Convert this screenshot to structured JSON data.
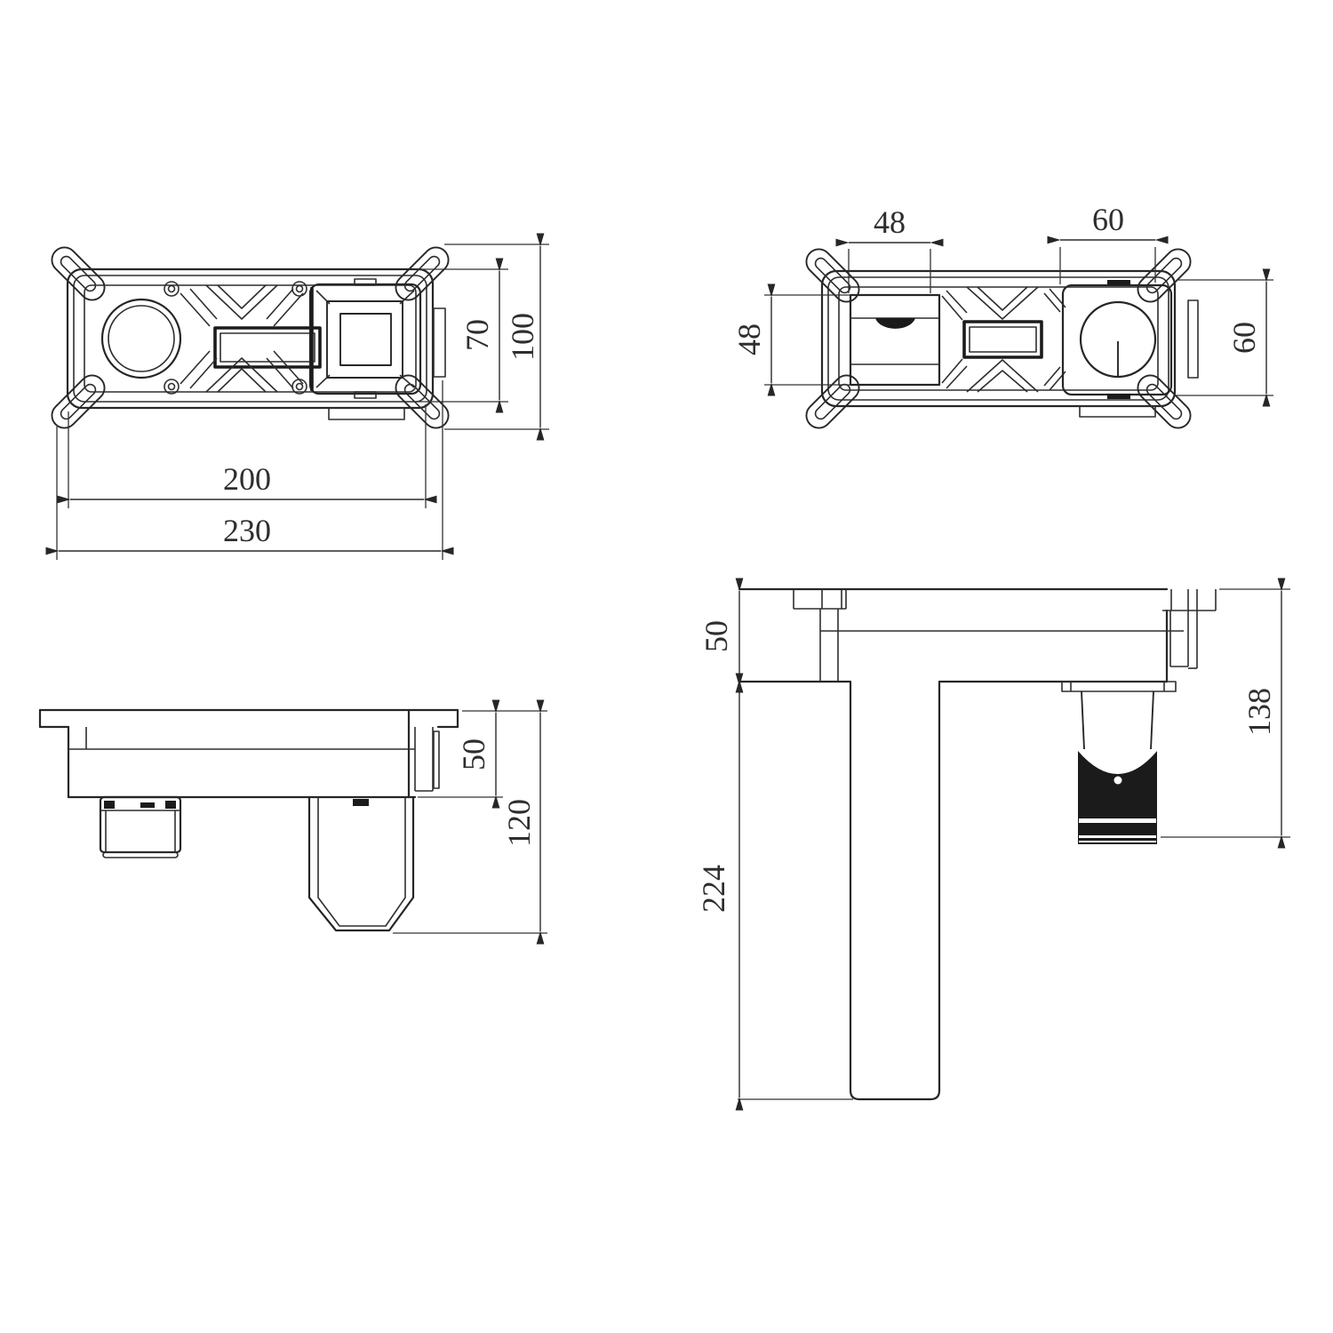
{
  "page": {
    "background": "#ffffff",
    "ink_color": "#262626",
    "text_color": "#2e2e2e",
    "knob_fill": "#1b1b1b"
  },
  "drawing": {
    "views": {
      "box_front_plan": {
        "dims": {
          "inner_width": "200",
          "overall_width": "230",
          "inner_height": "70",
          "overall_height": "100"
        }
      },
      "box_back_plan": {
        "dims": {
          "left_port_width": "48",
          "left_port_height": "48",
          "right_port_width": "60",
          "right_port_height": "60"
        }
      },
      "box_side": {
        "dims": {
          "body_depth": "50",
          "overall_depth": "120"
        }
      },
      "faucet_front": {
        "dims": {
          "body_height": "50",
          "spout_drop": "224",
          "valve_drop": "138"
        }
      }
    }
  }
}
